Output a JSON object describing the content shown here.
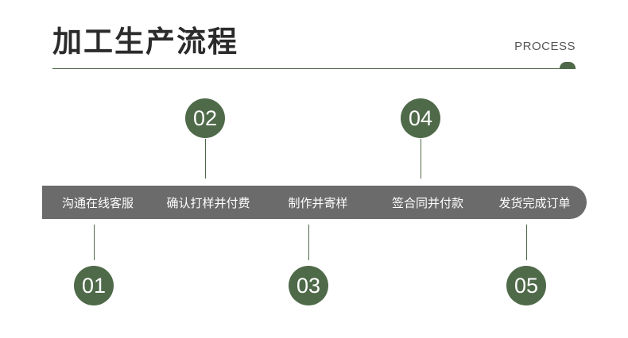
{
  "header": {
    "title": "加工生产流程",
    "tag": "PROCESS"
  },
  "colors": {
    "accent_green": "#4f6a49",
    "bar_gray": "#6b6b6b",
    "text_dark": "#2b2b2b"
  },
  "steps": [
    {
      "number": "01",
      "label": "沟通在线客服"
    },
    {
      "number": "02",
      "label": "确认打样并付费"
    },
    {
      "number": "03",
      "label": "制作并寄样"
    },
    {
      "number": "04",
      "label": "签合同并付款"
    },
    {
      "number": "05",
      "label": "发货完成订单"
    }
  ]
}
